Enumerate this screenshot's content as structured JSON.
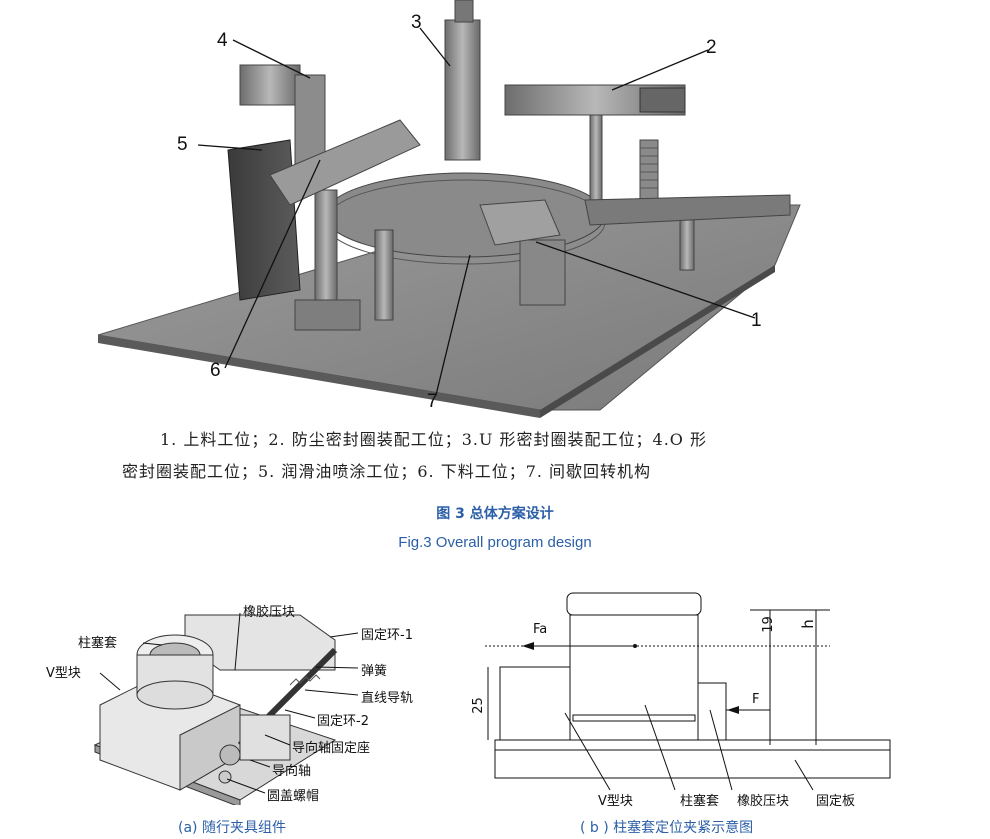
{
  "figure3": {
    "callouts": [
      "1",
      "2",
      "3",
      "4",
      "5",
      "6",
      "7"
    ],
    "legend_line1": "1. 上料工位；2. 防尘密封圈装配工位；3.U 形密封圈装配工位；4.O 形",
    "legend_line2": "密封圈装配工位；5. 润滑油喷涂工位；6. 下料工位；7. 间歇回转机构",
    "title_cn": "图 3 总体方案设计",
    "title_en": "Fig.3 Overall program design"
  },
  "figure_a": {
    "labels": {
      "piston_sleeve": "柱塞套",
      "rubber_block": "橡胶压块",
      "ring1": "固定环-1",
      "v_block": "V型块",
      "spring": "弹簧",
      "rail": "直线导轨",
      "ring2": "固定环-2",
      "guide_seat": "导向轴固定座",
      "guide_shaft": "导向轴",
      "cap_nut": "圆盖螺帽"
    },
    "caption": "(a) 随行夹具组件"
  },
  "figure_b": {
    "labels": {
      "fa": "Fa",
      "f": "F",
      "h": "h",
      "dim19": "19",
      "dim25": "25",
      "v_block": "V型块",
      "sleeve": "柱塞套",
      "rubber": "橡胶压块",
      "plate": "固定板"
    },
    "caption": "( b ) 柱塞套定位夹紧示意图"
  }
}
